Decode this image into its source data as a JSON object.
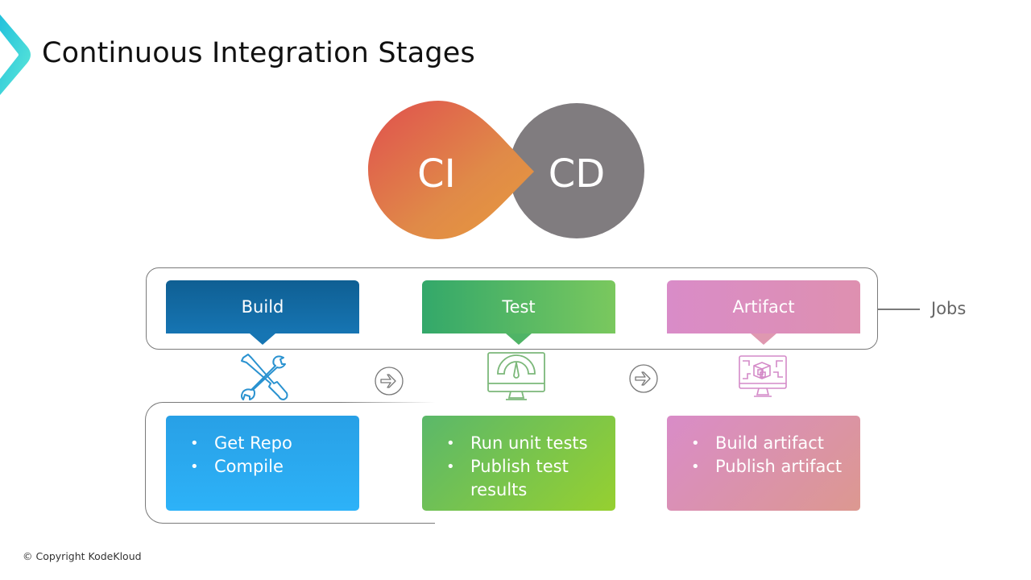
{
  "header": {
    "title": "Continuous Integration Stages"
  },
  "cicd_logo": {
    "left_label": "CI",
    "right_label": "CD",
    "left_color_start": "#e0504e",
    "left_color_end": "#e8983e",
    "right_color": "#807c7f"
  },
  "jobs_label": "Jobs",
  "stages": [
    {
      "name": "Build",
      "icon": "tools-icon",
      "steps": [
        "Get Repo",
        "Compile"
      ],
      "color": "#1675b3"
    },
    {
      "name": "Test",
      "icon": "gauge-monitor-icon",
      "steps": [
        "Run unit tests",
        "Publish test results"
      ],
      "color": "#4fb466"
    },
    {
      "name": "Artifact",
      "icon": "cube-monitor-icon",
      "steps": [
        "Build artifact",
        "Publish artifact"
      ],
      "color": "#d98cc8"
    }
  ],
  "footer": {
    "copyright": "© Copyright KodeKloud"
  }
}
